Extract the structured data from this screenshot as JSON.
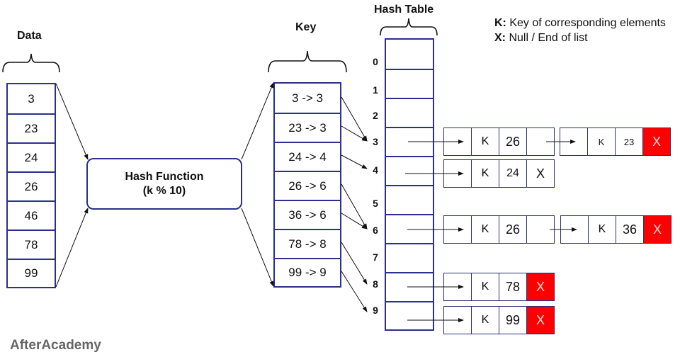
{
  "titles": {
    "data": "Data",
    "key": "Key",
    "hash_table": "Hash Table"
  },
  "data_values": [
    "3",
    "23",
    "24",
    "26",
    "46",
    "78",
    "99"
  ],
  "keys": [
    "3 -> 3",
    "23 -> 3",
    "24 -> 4",
    "26 -> 6",
    "36 -> 6",
    "78 -> 8",
    "99 -> 9"
  ],
  "hash_function": {
    "line1": "Hash Function",
    "line2": "(k % 10)"
  },
  "hash_table_indices": [
    "0",
    "1",
    "2",
    "3",
    "4",
    "5",
    "6",
    "7",
    "8",
    "9"
  ],
  "key_to_index": [
    3,
    3,
    4,
    6,
    6,
    8,
    9
  ],
  "chains": {
    "slot3": {
      "node1": {
        "key": "K",
        "value": "26",
        "next": ""
      },
      "node2": {
        "key": "K",
        "value": "23",
        "next": "X"
      }
    },
    "slot4": {
      "node1": {
        "key": "K",
        "value": "24",
        "next": "X"
      }
    },
    "slot6": {
      "node1": {
        "key": "K",
        "value": "26",
        "next": ""
      },
      "node2": {
        "key": "K",
        "value": "36",
        "next": "X"
      }
    },
    "slot8": {
      "node1": {
        "key": "K",
        "value": "78",
        "next": "X"
      }
    },
    "slot9": {
      "node1": {
        "key": "K",
        "value": "99",
        "next": "X"
      }
    }
  },
  "legend": {
    "k_label": "K:",
    "k_text": " Key of corresponding elements",
    "x_label": "X:",
    "x_text": " Null / End of list"
  },
  "colors": {
    "border": "#2b2f8f",
    "null_fill": "#ff0000",
    "brand_text": "#666666"
  },
  "brand": "AfterAcademy"
}
